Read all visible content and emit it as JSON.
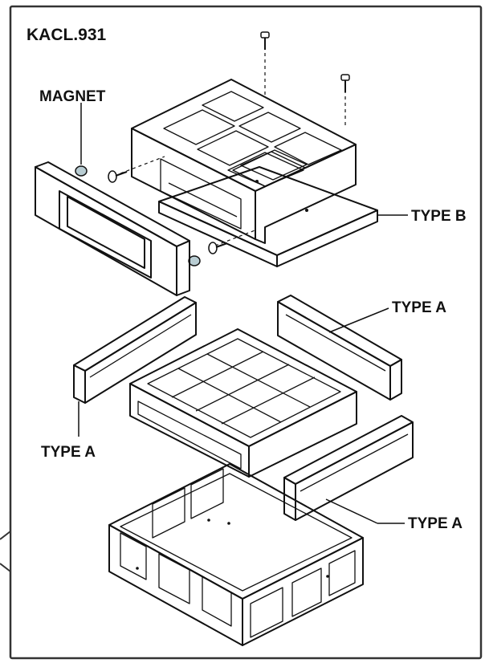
{
  "diagram": {
    "model": "KACL.931",
    "labels": {
      "magnet": "MAGNET",
      "type_b": "TYPE B",
      "type_a_right_upper": "TYPE A",
      "type_a_left": "TYPE A",
      "type_a_right_lower": "TYPE A"
    },
    "colors": {
      "panel_fill": "#7fb2c4",
      "panel_light": "#a9cdda",
      "outline": "#111111",
      "frame_fill": "#ffffff",
      "border": "#333333"
    }
  }
}
